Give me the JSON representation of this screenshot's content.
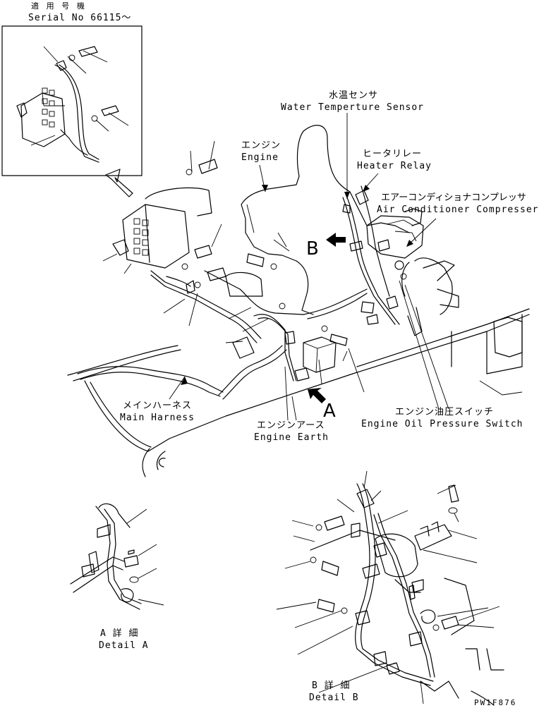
{
  "serial": {
    "jp": "適 用 号 機",
    "en": "Serial No 66115～"
  },
  "labels": {
    "water_temp_jp": "水温センサ",
    "water_temp_en": "Water Temperture Sensor",
    "engine_jp": "エンジン",
    "engine_en": "Engine",
    "heater_relay_jp": "ヒータリレー",
    "heater_relay_en": "Heater Relay",
    "ac_compressor_jp": "エアーコンディショナコンプレッサ",
    "ac_compressor_en": "Air Conditioner Compresser",
    "main_harness_jp": "メインハーネス",
    "main_harness_en": "Main Harness",
    "engine_earth_jp": "エンジンアース",
    "engine_earth_en": "Engine Earth",
    "oil_pressure_jp": "エンジン油圧スイッチ",
    "oil_pressure_en": "Engine Oil Pressure Switch"
  },
  "markers": {
    "a": "A",
    "b": "B"
  },
  "details": {
    "a_jp": "A 詳 細",
    "a_en": "Detail A",
    "b_jp": "B 詳 細",
    "b_en": "Detail B"
  },
  "drawing_code": "PW1F876"
}
